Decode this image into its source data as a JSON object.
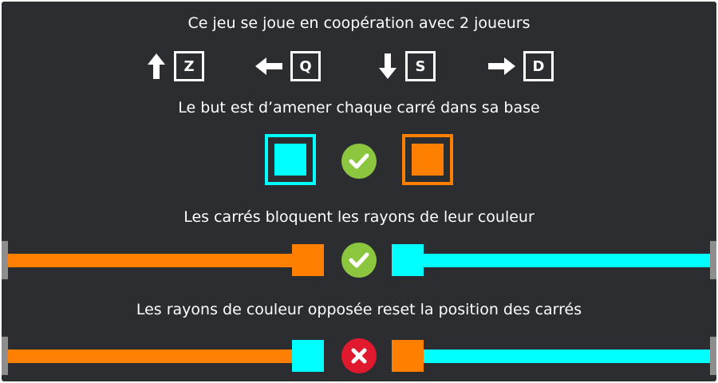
{
  "colors": {
    "background": "#2b2d30",
    "orange": "#ff8000",
    "cyan": "#00ffff",
    "success": "#8cc63f",
    "fail": "#e0192f",
    "post": "#8e8e8e"
  },
  "lines": {
    "intro": "Ce jeu se joue en coopération avec 2 joueurs",
    "goal": "Le but est d’amener chaque carré dans sa base",
    "block": "Les carrés bloquent les rayons de leur couleur",
    "reset": "Les rayons de couleur opposée reset la position des carrés"
  },
  "controls": [
    {
      "icon": "arrow-up-icon",
      "key": "Z"
    },
    {
      "icon": "arrow-left-icon",
      "key": "Q"
    },
    {
      "icon": "arrow-down-icon",
      "key": "S"
    },
    {
      "icon": "arrow-right-icon",
      "key": "D"
    }
  ],
  "examples": {
    "bases": {
      "left_color": "cyan",
      "right_color": "orange",
      "status": "success",
      "status_icon": "check-icon"
    },
    "blocking": {
      "left_ray": "orange",
      "left_square": "orange",
      "right_square": "cyan",
      "right_ray": "cyan",
      "status": "success",
      "status_icon": "check-icon"
    },
    "reset": {
      "left_ray": "orange",
      "left_square": "cyan",
      "right_square": "orange",
      "right_ray": "cyan",
      "status": "fail",
      "status_icon": "cross-icon"
    }
  }
}
